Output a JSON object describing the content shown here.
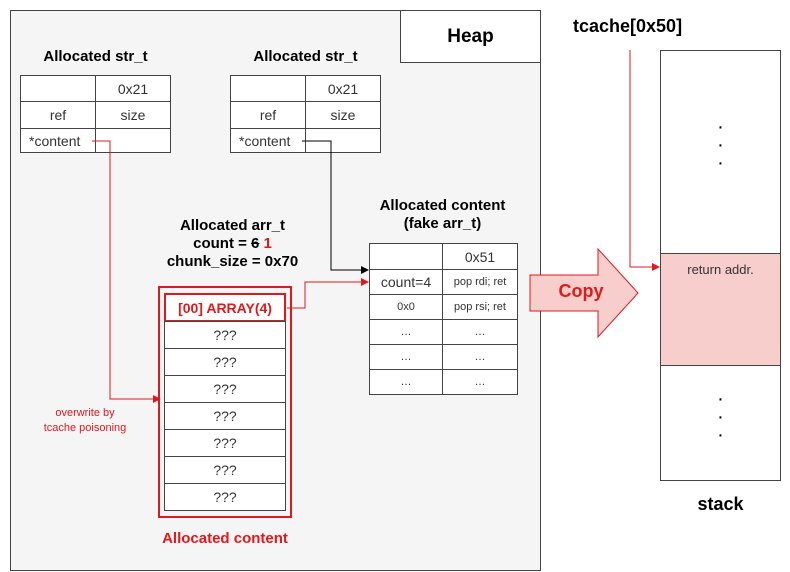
{
  "heap": {
    "label": "Heap"
  },
  "str1": {
    "title": "Allocated str_t",
    "header": "0x21",
    "ref": "ref",
    "size": "size",
    "content": "*content"
  },
  "str2": {
    "title": "Allocated str_t",
    "header": "0x21",
    "ref": "ref",
    "size": "size",
    "content": "*content"
  },
  "arr": {
    "title_line1": "Allocated arr_t",
    "count_prefix": "count = ",
    "count_old": "6",
    "count_new": "1",
    "chunk_size": "chunk_size = 0x70",
    "first_cell": "[00] ARRAY(4)",
    "cells": [
      "???",
      "???",
      "???",
      "???",
      "???",
      "???",
      "???"
    ],
    "caption": "Allocated content"
  },
  "fake": {
    "title_line1": "Allocated content",
    "title_line2": "(fake arr_t)",
    "header": "0x51",
    "rows": [
      [
        "count=4",
        "pop rdi; ret"
      ],
      [
        "0x0",
        "pop rsi; ret"
      ],
      [
        "…",
        "…"
      ],
      [
        "…",
        "…"
      ],
      [
        "…",
        "…"
      ]
    ]
  },
  "overwrite_note": {
    "line1": "overwrite by",
    "line2": "tcache poisoning"
  },
  "copy_label": "Copy",
  "tcache_label": "tcache[0x50]",
  "stack": {
    "dots_top": "·\n·\n·",
    "return_addr": "return addr.",
    "label": "stack"
  },
  "colors": {
    "accent": "#e0191c",
    "highlight": "#f8cecc",
    "heap_bg": "#f5f5f5"
  }
}
